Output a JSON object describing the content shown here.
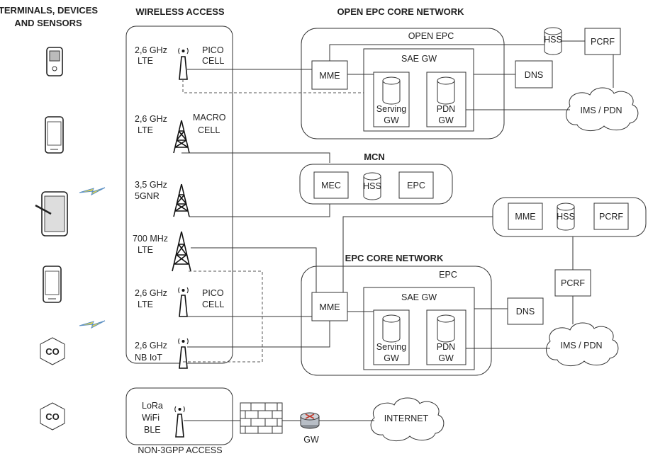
{
  "headers": {
    "terminals_line1": "TERMINALS, DEVICES",
    "terminals_line2": "AND SENSORS",
    "wireless_access": "WIRELESS ACCESS",
    "open_epc_core": "OPEN EPC CORE NETWORK",
    "mcn": "MCN",
    "epc_core": "EPC CORE NETWORK",
    "non_3gpp": "NON-3GPP ACCESS"
  },
  "wireless": {
    "pico1": {
      "freq": "2,6 GHz",
      "tech": "LTE",
      "type1": "PICO",
      "type2": "CELL"
    },
    "macro": {
      "freq": "2,6 GHz",
      "tech": "LTE",
      "type1": "MACRO",
      "type2": "CELL"
    },
    "nr": {
      "freq": "3,5 GHz",
      "tech": "5GNR"
    },
    "lte700": {
      "freq": "700 MHz",
      "tech": "LTE"
    },
    "pico2": {
      "freq": "2,6 GHz",
      "tech": "LTE",
      "type1": "PICO",
      "type2": "CELL"
    },
    "nbiot": {
      "freq": "2,6 GHz",
      "tech": "NB IoT"
    },
    "non3gpp": {
      "l1": "LoRa",
      "l2": "WiFi",
      "l3": "BLE"
    }
  },
  "open_epc": {
    "title": "OPEN EPC",
    "mme": "MME",
    "sae_gw": "SAE GW",
    "serving1": "Serving",
    "serving2": "GW",
    "pdn1": "PDN",
    "pdn2": "GW",
    "hss": "HSS",
    "pcrf": "PCRF",
    "dns": "DNS",
    "ims": "IMS / PDN"
  },
  "mcn": {
    "mec": "MEC",
    "hss": "HSS",
    "epc": "EPC"
  },
  "ext": {
    "mme": "MME",
    "hss": "HSS",
    "pcrf": "PCRF",
    "pcrf2": "PCRF"
  },
  "epc": {
    "title": "EPC",
    "mme": "MME",
    "sae_gw": "SAE GW",
    "serving1": "Serving",
    "serving2": "GW",
    "pdn1": "PDN",
    "pdn2": "GW",
    "dns": "DNS",
    "ims": "IMS / PDN"
  },
  "devices": {
    "co1": "CO",
    "co2": "CO"
  },
  "internet": {
    "gw": "GW",
    "internet": "INTERNET"
  }
}
